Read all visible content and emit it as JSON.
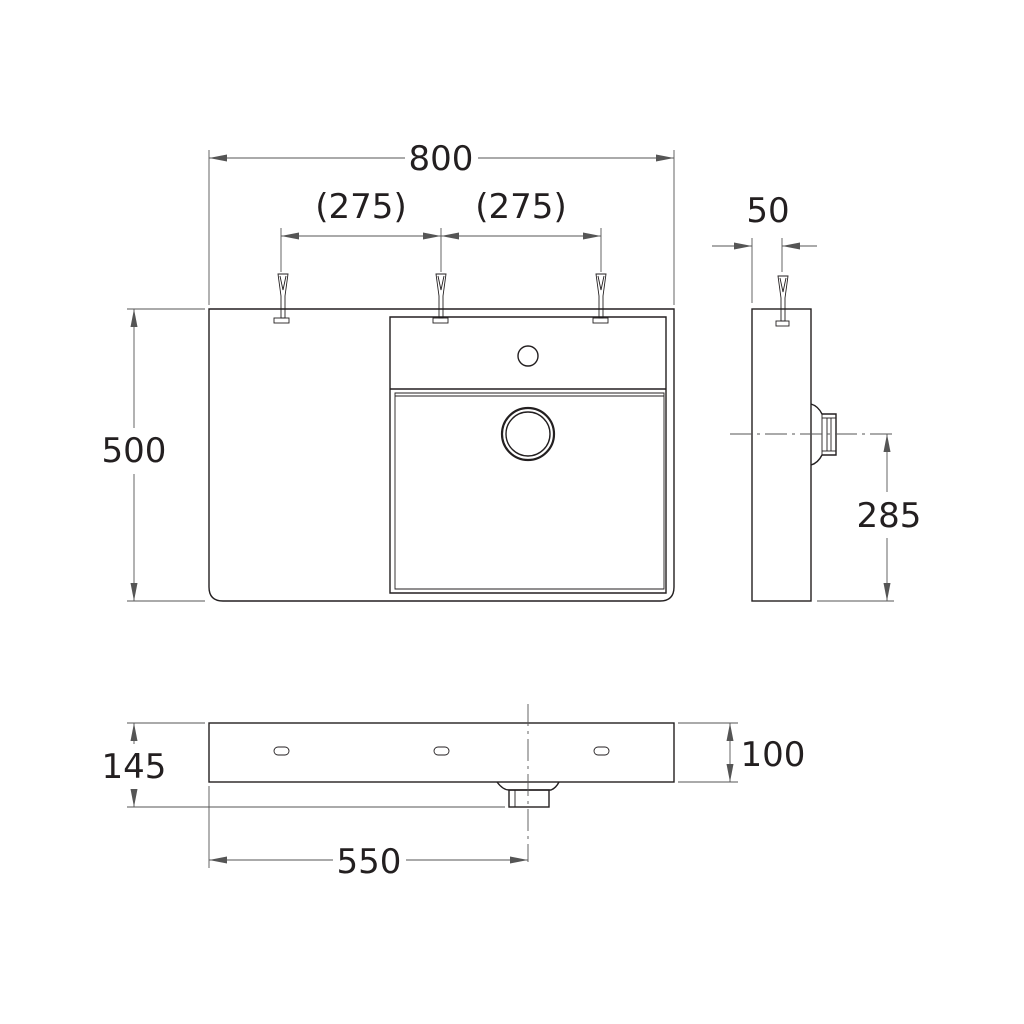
{
  "dimensions": {
    "overall_width": "800",
    "tap_spacing_left": "(275)",
    "tap_spacing_right": "(275)",
    "height": "500",
    "side_depth": "50",
    "waste_height": "285",
    "front_height_total": "145",
    "front_height_body": "100",
    "waste_offset": "550"
  },
  "colors": {
    "line": "#231f20",
    "dimension_line": "#555555",
    "background": "#ffffff"
  }
}
